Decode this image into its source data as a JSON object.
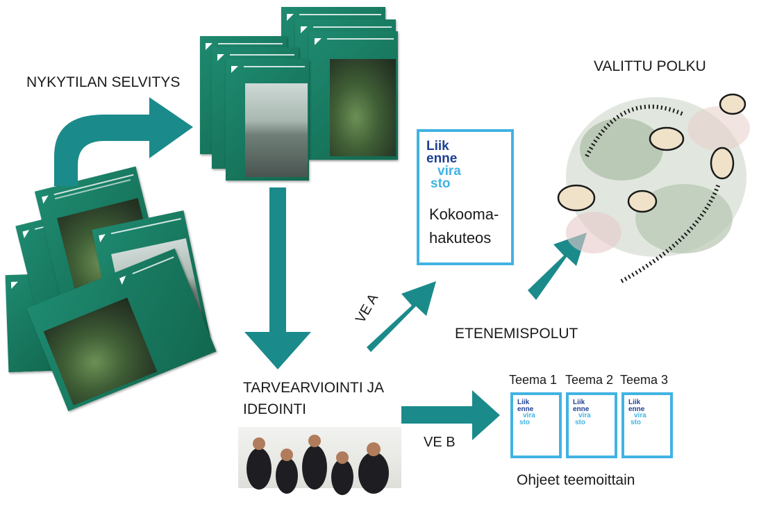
{
  "labels": {
    "nykytila": "NYKYTILAN SELVITYS",
    "valittu": "VALITTU POLKU",
    "tarve_line1": "TARVEARVIOINTI JA",
    "tarve_line2": "IDEOINTI",
    "ve_a": "VE A",
    "etenemis": "ETENEMISPOLUT",
    "ve_b": "VE B",
    "kokooma_line1": "Kokooma-",
    "kokooma_line2": "hakuteos",
    "ohjeet": "Ohjeet teemoittain"
  },
  "teemat": [
    "Teema 1",
    "Teema 2",
    "Teema 3"
  ],
  "logo": {
    "line1": "Liik",
    "line2": "enne",
    "line3": "vira",
    "line4": "sto"
  },
  "colors": {
    "arrow": "#1b8a8a",
    "publication": "#1e8a70",
    "frame": "#41b3e3",
    "logo_dark": "#1d3f93"
  }
}
